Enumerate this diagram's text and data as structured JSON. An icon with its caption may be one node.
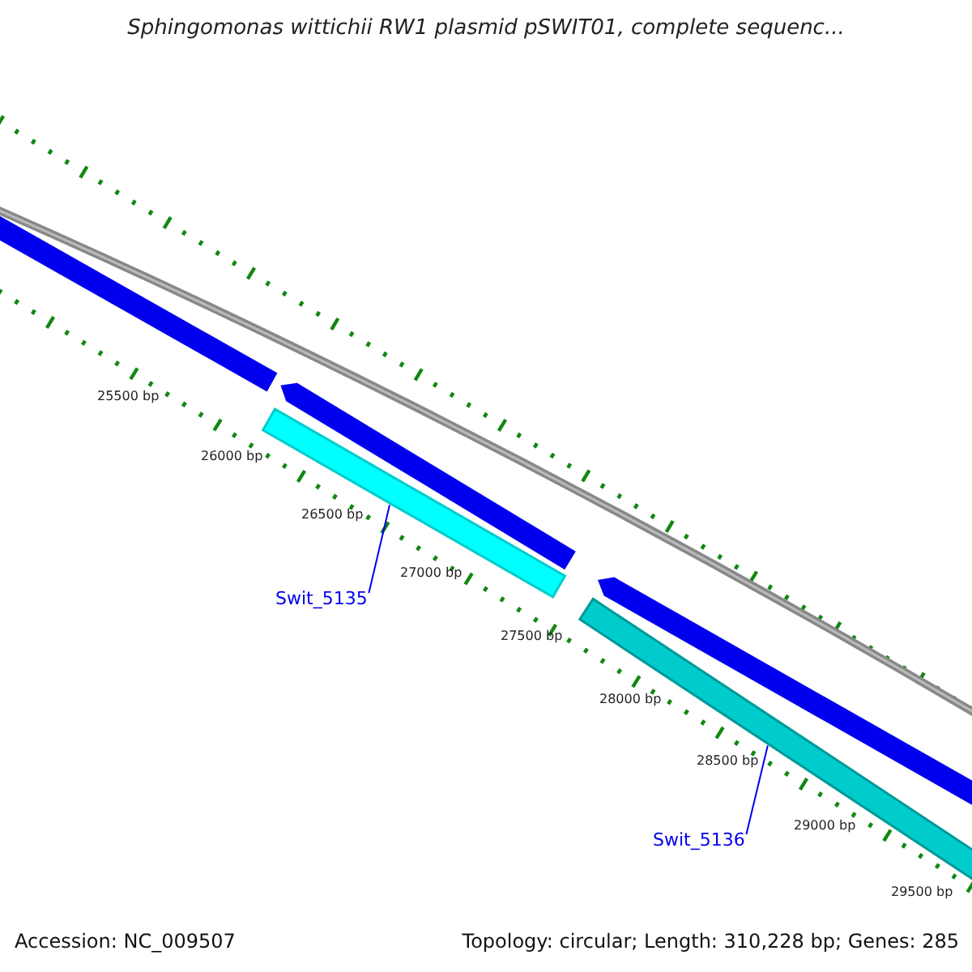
{
  "diagram": {
    "title": "Sphingomonas wittichii RW1 plasmid pSWIT01, complete sequenc...",
    "nodes": [
      {
        "text": [
          "Swit_5135"
        ]
      },
      {
        "text": [],
        "shape": "bar"
      },
      {
        "text": [
          "Swit_5136"
        ]
      },
      {
        "text": [],
        "shape": "bar"
      }
    ],
    "edges": [
      {
        "from": 0,
        "to": 1,
        "arrow": "none"
      },
      {
        "from": 2,
        "to": 3,
        "arrow": "none"
      }
    ],
    "labels": [
      "25500 bp",
      "26000 bp",
      "26500 bp",
      "27000 bp",
      "27500 bp",
      "28000 bp",
      "28500 bp",
      "29000 bp",
      "29500 bp",
      "Accession: NC_009507",
      "Topology: circular; Length: 310,228 bp; Genes: 285"
    ]
  }
}
